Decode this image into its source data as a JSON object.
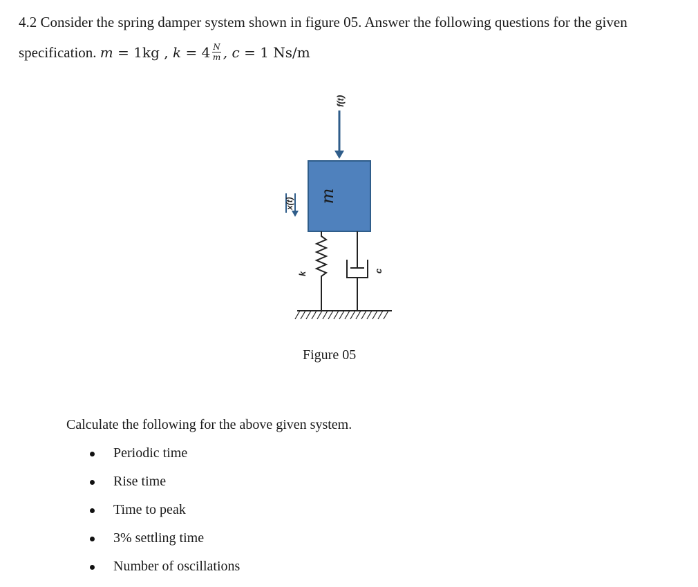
{
  "question": {
    "line1": "4.2 Consider the spring damper system shown in figure 05. Answer the following questions for the given",
    "line2_text": "specification.",
    "spec": {
      "m_symbol": "m",
      "m_value": "= 1kg ,",
      "k_symbol": "k",
      "k_value": "= 4",
      "k_unit_num": "N",
      "k_unit_den": "m",
      "c_symbol": ", c",
      "c_value": "= 1 Ns/m"
    }
  },
  "figure": {
    "mass_label": "m",
    "force_label": "f(t)",
    "displacement_label": "x(t)",
    "spring_label": "k",
    "damper_label": "c",
    "mass_color": "#4f81bd",
    "mass_border": "#2f5d8a",
    "arrow_color": "#2f5d8a",
    "caption": "Figure 05"
  },
  "tasks": {
    "intro": "Calculate the following for the above given system.",
    "items": [
      "Periodic time",
      "Rise time",
      "Time to peak",
      "3% settling time",
      "Number of oscillations"
    ]
  }
}
